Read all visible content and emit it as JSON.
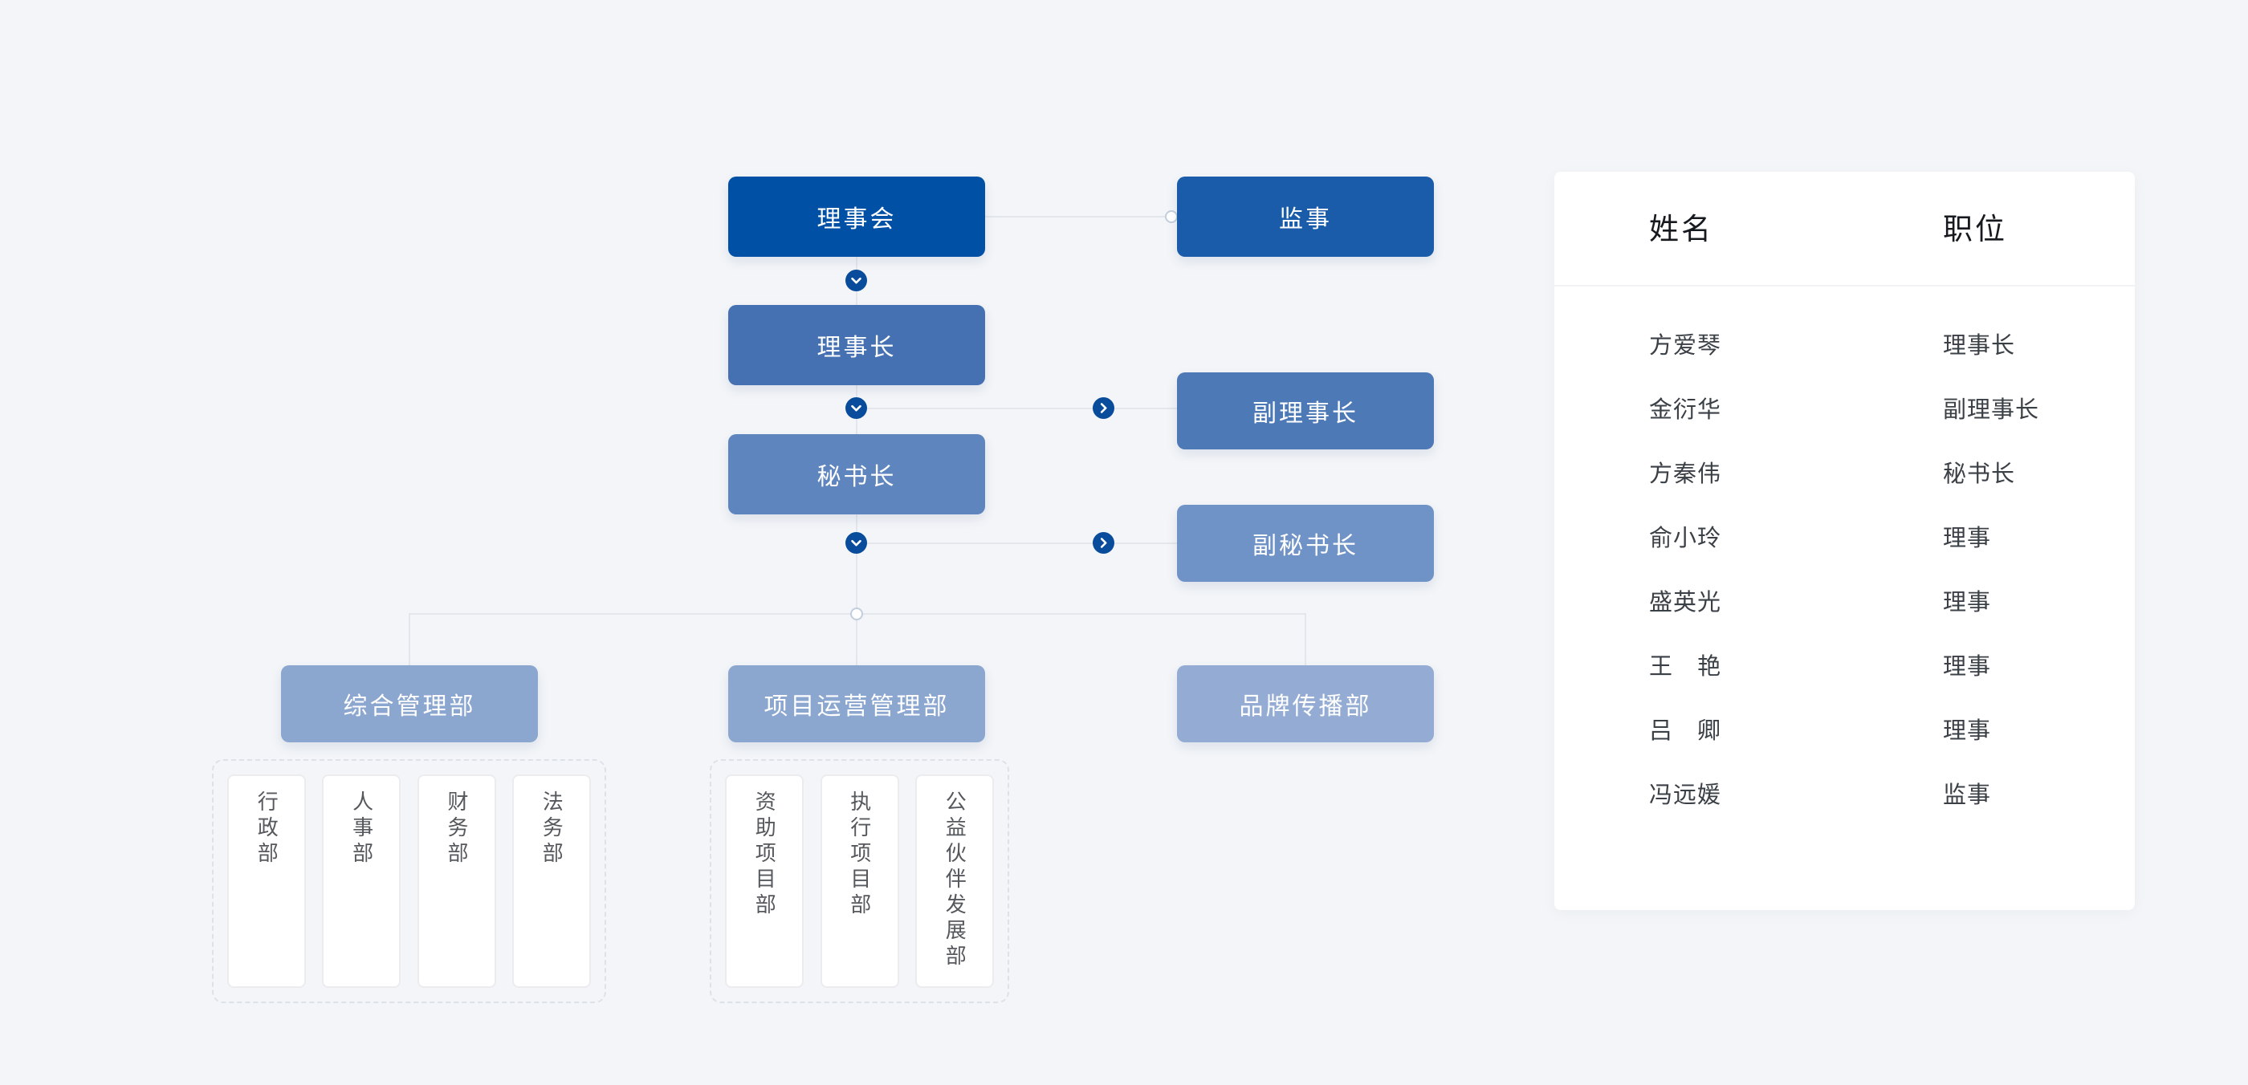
{
  "page": {
    "background": "#f3f5f8"
  },
  "org_chart": {
    "nodes": {
      "board": {
        "label": "理事会",
        "color": "#0051a5"
      },
      "supervisor": {
        "label": "监事",
        "color": "#1a5ca9"
      },
      "chairman": {
        "label": "理事长",
        "color": "#4571b2"
      },
      "vice_chairman": {
        "label": "副理事长",
        "color": "#4d79b7"
      },
      "secretary_general": {
        "label": "秘书长",
        "color": "#5e85be"
      },
      "deputy_secretary_general": {
        "label": "副秘书长",
        "color": "#7093c7"
      },
      "dept_general_admin": {
        "label": "综合管理部",
        "color": "#8ba6cf"
      },
      "dept_project_ops": {
        "label": "项目运营管理部",
        "color": "#8ba6cf"
      },
      "dept_brand_comms": {
        "label": "品牌传播部",
        "color": "#94acd4"
      }
    },
    "connector_color": "#e3e7ed",
    "chevron_circle_color": "#0a4c9c",
    "sub_departments": {
      "general_admin": [
        "行政部",
        "人事部",
        "财务部",
        "法务部"
      ],
      "project_ops": [
        "资助项目部",
        "执行项目部",
        "公益伙伴发展部"
      ]
    }
  },
  "table": {
    "headers": {
      "name": "姓名",
      "position": "职位"
    },
    "rows": [
      {
        "name": "方爱琴",
        "position": "理事长"
      },
      {
        "name": "金衍华",
        "position": "副理事长"
      },
      {
        "name": "方秦伟",
        "position": "秘书长"
      },
      {
        "name": "俞小玲",
        "position": "理事"
      },
      {
        "name": "盛英光",
        "position": "理事"
      },
      {
        "name": "王　艳",
        "position": "理事"
      },
      {
        "name": "吕　卿",
        "position": "理事"
      },
      {
        "name": "冯远媛",
        "position": "监事"
      }
    ]
  }
}
